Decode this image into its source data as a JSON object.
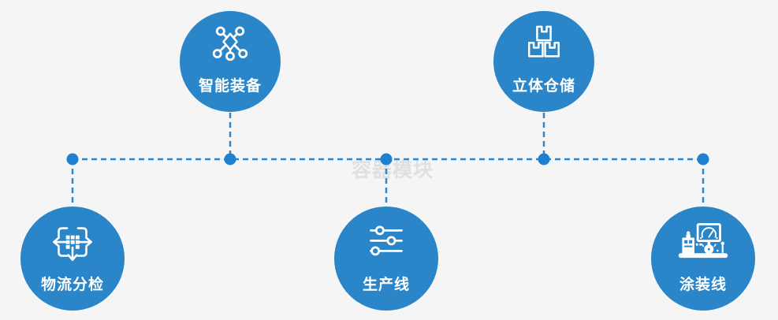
{
  "page": {
    "type": "process-diagram",
    "watermark": {
      "text": "容器模块"
    }
  },
  "colors": {
    "node_fill": "#2a86c8",
    "connector": "#2f86c9",
    "junction_dot": "#1f80d2",
    "icon_stroke": "#ffffff",
    "label_text": "#ffffff",
    "watermark_text": "#e0e0e1",
    "page_bg": "#f5f5f6"
  },
  "nodes": [
    {
      "id": "smart-equipment",
      "label": "智能装备",
      "icon": "network-nodes-icon",
      "row": "top"
    },
    {
      "id": "stereo-warehouse",
      "label": "立体仓储",
      "icon": "stacked-boxes-icon",
      "row": "top"
    },
    {
      "id": "logistics-sorting",
      "label": "物流分检",
      "icon": "sort-distribute-icon",
      "row": "bottom"
    },
    {
      "id": "production-line",
      "label": "生产线",
      "icon": "sliders-icon",
      "row": "bottom"
    },
    {
      "id": "painting-line",
      "label": "涂装线",
      "icon": "control-console-icon",
      "row": "bottom"
    }
  ],
  "connectors": {
    "style": "dashed",
    "junction_count": 5,
    "layout": "horizontal spine with vertical drops to each node"
  }
}
